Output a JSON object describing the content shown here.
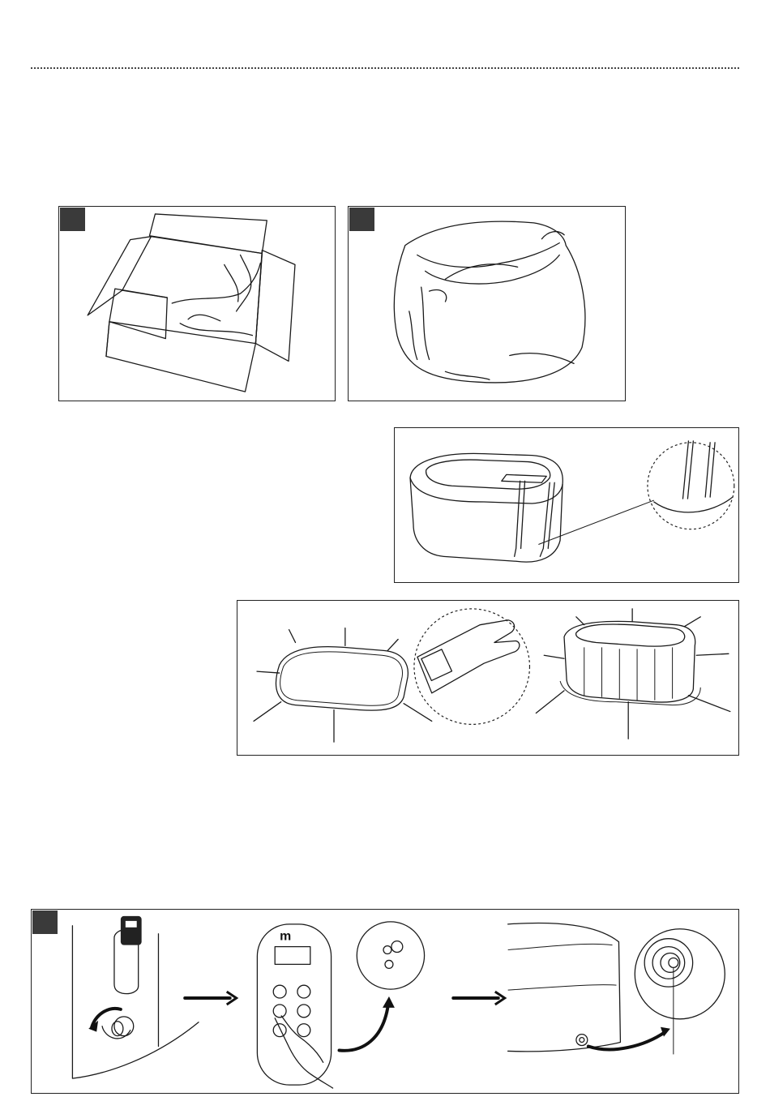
{
  "figures": {
    "p1": {
      "name": "open-carton"
    },
    "p2": {
      "name": "unwrap-spa"
    },
    "p3": {
      "name": "spa-straps"
    },
    "p4": {
      "name": "ground-sheet"
    },
    "p5": {
      "name": "control-panel-steps",
      "brand_mark": "m"
    }
  }
}
